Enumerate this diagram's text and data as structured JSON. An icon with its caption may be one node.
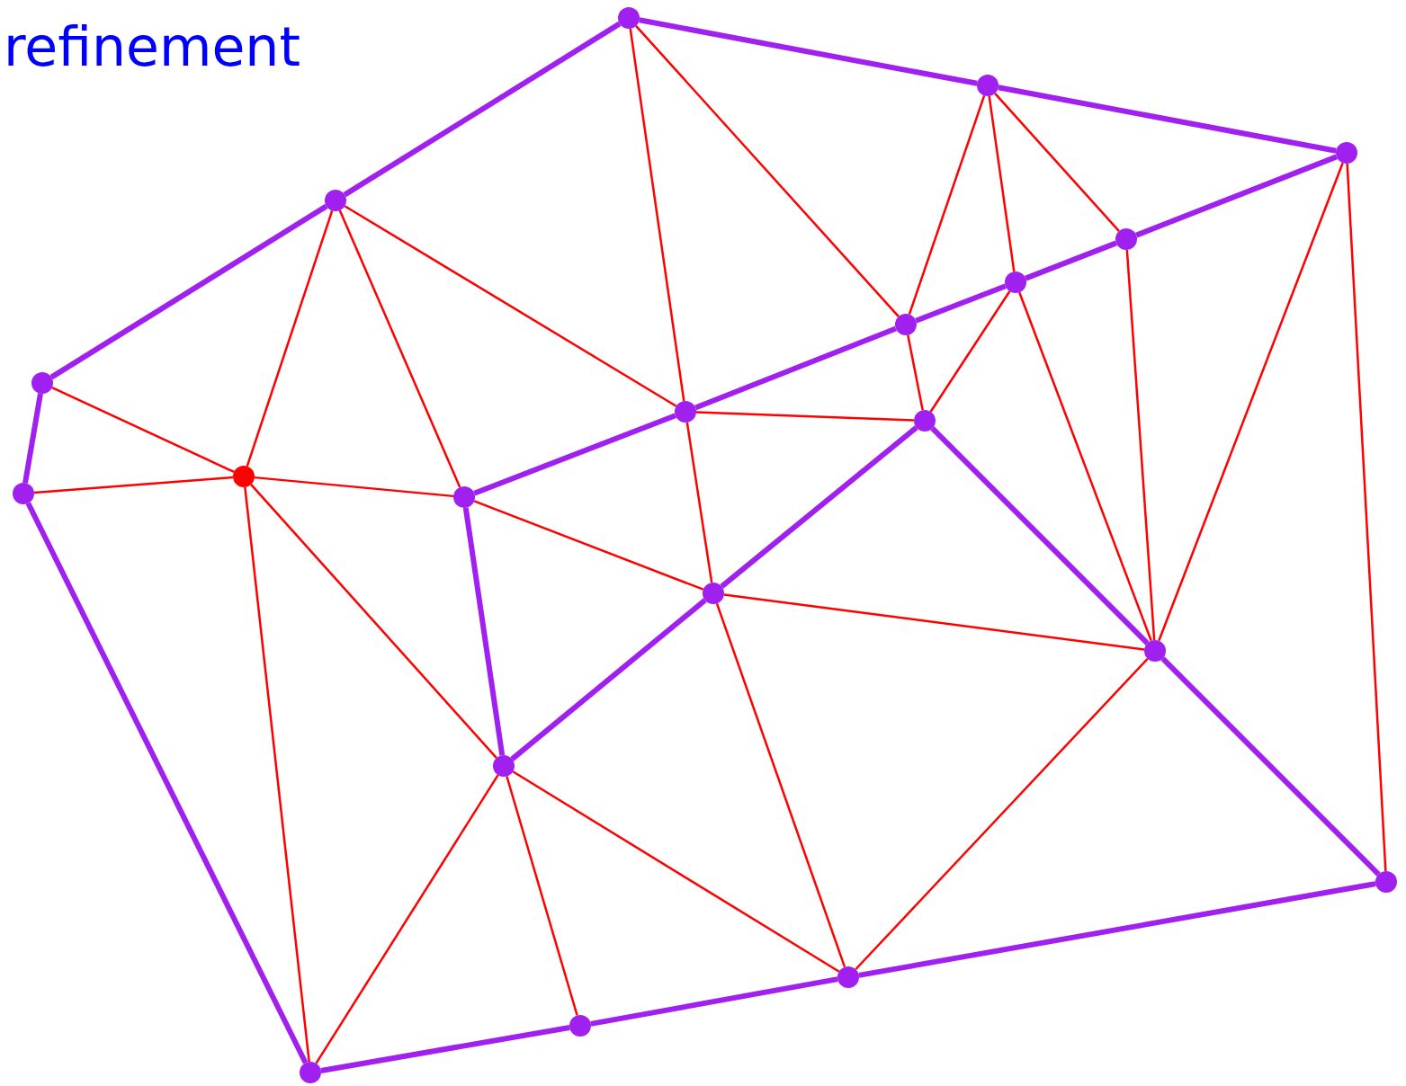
{
  "diagram": {
    "title": "refinement",
    "nodes": [
      {
        "text": [],
        "shape": "circle"
      },
      {
        "text": [],
        "shape": "circle"
      },
      {
        "text": [],
        "shape": "circle"
      },
      {
        "text": [],
        "shape": "circle"
      },
      {
        "text": [],
        "shape": "circle"
      },
      {
        "text": [],
        "shape": "circle"
      },
      {
        "text": [],
        "shape": "circle"
      },
      {
        "text": [],
        "shape": "circle"
      },
      {
        "text": [],
        "shape": "circle"
      },
      {
        "text": [],
        "shape": "circle"
      },
      {
        "text": [],
        "shape": "circle"
      },
      {
        "text": [],
        "shape": "circle"
      },
      {
        "text": [],
        "shape": "circle"
      },
      {
        "text": [],
        "shape": "circle"
      },
      {
        "text": [],
        "shape": "circle"
      },
      {
        "text": [],
        "shape": "circle"
      },
      {
        "text": [],
        "shape": "circle"
      },
      {
        "text": [],
        "shape": "circle"
      },
      {
        "text": [],
        "shape": "circle"
      },
      {
        "text": [],
        "shape": "circle"
      }
    ],
    "edges": [
      {
        "from": 0,
        "to": 1,
        "arrow": "none",
        "style": "thick",
        "color": "#a020f0"
      },
      {
        "from": 1,
        "to": 2,
        "arrow": "none",
        "style": "thick",
        "color": "#a020f0"
      },
      {
        "from": 0,
        "to": 3,
        "arrow": "none",
        "style": "thick",
        "color": "#a020f0"
      },
      {
        "from": 3,
        "to": 7,
        "arrow": "none",
        "style": "thick",
        "color": "#a020f0"
      },
      {
        "from": 7,
        "to": 11,
        "arrow": "none",
        "style": "thick",
        "color": "#a020f0"
      },
      {
        "from": 11,
        "to": 19,
        "arrow": "none",
        "style": "thick",
        "color": "#a020f0"
      },
      {
        "from": 19,
        "to": 18,
        "arrow": "none",
        "style": "thick",
        "color": "#a020f0"
      },
      {
        "from": 18,
        "to": 17,
        "arrow": "none",
        "style": "thick",
        "color": "#a020f0"
      },
      {
        "from": 17,
        "to": 16,
        "arrow": "none",
        "style": "thick",
        "color": "#a020f0"
      },
      {
        "from": 16,
        "to": 14,
        "arrow": "none",
        "style": "thick",
        "color": "#a020f0"
      },
      {
        "from": 14,
        "to": 9,
        "arrow": "none",
        "style": "thick",
        "color": "#a020f0"
      },
      {
        "from": 9,
        "to": 13,
        "arrow": "none",
        "style": "thick",
        "color": "#a020f0"
      },
      {
        "from": 13,
        "to": 15,
        "arrow": "none",
        "style": "thick",
        "color": "#a020f0"
      },
      {
        "from": 15,
        "to": 12,
        "arrow": "none",
        "style": "thick",
        "color": "#a020f0"
      },
      {
        "from": 12,
        "to": 8,
        "arrow": "none",
        "style": "thick",
        "color": "#a020f0"
      },
      {
        "from": 8,
        "to": 6,
        "arrow": "none",
        "style": "thick",
        "color": "#a020f0"
      },
      {
        "from": 6,
        "to": 5,
        "arrow": "none",
        "style": "thick",
        "color": "#a020f0"
      },
      {
        "from": 5,
        "to": 4,
        "arrow": "none",
        "style": "thick",
        "color": "#a020f0"
      },
      {
        "from": 4,
        "to": 2,
        "arrow": "none",
        "style": "thick",
        "color": "#a020f0"
      },
      {
        "from": 0,
        "to": 6,
        "arrow": "none"
      },
      {
        "from": 0,
        "to": 8,
        "arrow": "none"
      },
      {
        "from": 1,
        "to": 6,
        "arrow": "none"
      },
      {
        "from": 1,
        "to": 5,
        "arrow": "none"
      },
      {
        "from": 1,
        "to": 4,
        "arrow": "none"
      },
      {
        "from": 2,
        "to": 14,
        "arrow": "none"
      },
      {
        "from": 2,
        "to": 16,
        "arrow": "none"
      },
      {
        "from": 3,
        "to": 10,
        "arrow": "none"
      },
      {
        "from": 3,
        "to": 12,
        "arrow": "none"
      },
      {
        "from": 3,
        "to": 8,
        "arrow": "none"
      },
      {
        "from": 7,
        "to": 10,
        "arrow": "none"
      },
      {
        "from": 11,
        "to": 10,
        "arrow": "none"
      },
      {
        "from": 10,
        "to": 12,
        "arrow": "none"
      },
      {
        "from": 10,
        "to": 15,
        "arrow": "none"
      },
      {
        "from": 10,
        "to": 19,
        "arrow": "none"
      },
      {
        "from": 8,
        "to": 9,
        "arrow": "none"
      },
      {
        "from": 8,
        "to": 13,
        "arrow": "none"
      },
      {
        "from": 6,
        "to": 9,
        "arrow": "none"
      },
      {
        "from": 5,
        "to": 9,
        "arrow": "none"
      },
      {
        "from": 5,
        "to": 14,
        "arrow": "none"
      },
      {
        "from": 4,
        "to": 14,
        "arrow": "none"
      },
      {
        "from": 12,
        "to": 13,
        "arrow": "none"
      },
      {
        "from": 13,
        "to": 14,
        "arrow": "none"
      },
      {
        "from": 13,
        "to": 17,
        "arrow": "none"
      },
      {
        "from": 14,
        "to": 17,
        "arrow": "none"
      },
      {
        "from": 15,
        "to": 17,
        "arrow": "none"
      },
      {
        "from": 15,
        "to": 18,
        "arrow": "none"
      },
      {
        "from": 15,
        "to": 19,
        "arrow": "none"
      }
    ]
  }
}
